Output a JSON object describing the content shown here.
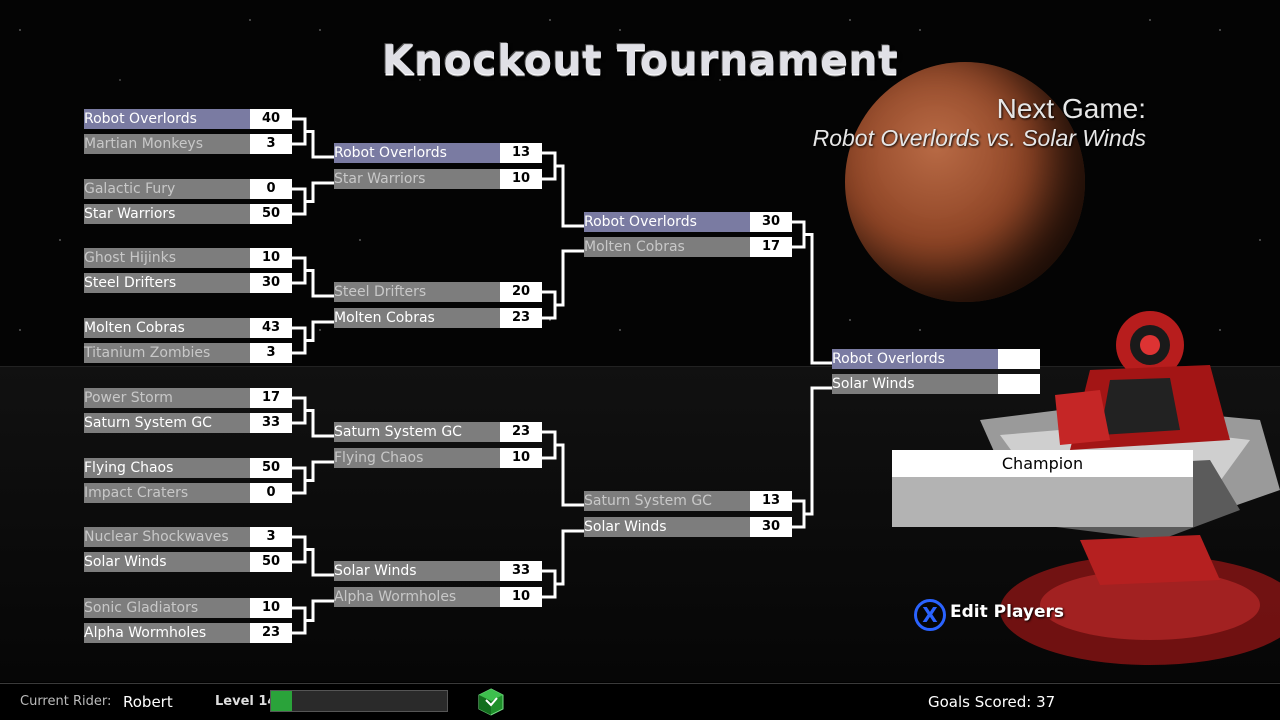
{
  "title": "Knockout Tournament",
  "next_game": {
    "heading": "Next Game:",
    "match": "Robot Overlords vs. Solar Winds"
  },
  "bracket": {
    "round1": [
      {
        "name": "Robot Overlords",
        "score": "40",
        "winner": true,
        "active": true
      },
      {
        "name": "Martian Monkeys",
        "score": "3",
        "winner": false
      },
      {
        "name": "Galactic Fury",
        "score": "0",
        "winner": false
      },
      {
        "name": "Star Warriors",
        "score": "50",
        "winner": true
      },
      {
        "name": "Ghost Hijinks",
        "score": "10",
        "winner": false
      },
      {
        "name": "Steel Drifters",
        "score": "30",
        "winner": true
      },
      {
        "name": "Molten Cobras",
        "score": "43",
        "winner": true
      },
      {
        "name": "Titanium Zombies",
        "score": "3",
        "winner": false
      },
      {
        "name": "Power Storm",
        "score": "17",
        "winner": false
      },
      {
        "name": "Saturn System GC",
        "score": "33",
        "winner": true
      },
      {
        "name": "Flying Chaos",
        "score": "50",
        "winner": true
      },
      {
        "name": "Impact Craters",
        "score": "0",
        "winner": false
      },
      {
        "name": "Nuclear Shockwaves",
        "score": "3",
        "winner": false
      },
      {
        "name": "Solar Winds",
        "score": "50",
        "winner": true
      },
      {
        "name": "Sonic Gladiators",
        "score": "10",
        "winner": false
      },
      {
        "name": "Alpha Wormholes",
        "score": "23",
        "winner": true
      }
    ],
    "round2": [
      {
        "name": "Robot Overlords",
        "score": "13",
        "winner": true,
        "active": true
      },
      {
        "name": "Star Warriors",
        "score": "10",
        "winner": false
      },
      {
        "name": "Steel Drifters",
        "score": "20",
        "winner": false
      },
      {
        "name": "Molten Cobras",
        "score": "23",
        "winner": true
      },
      {
        "name": "Saturn System GC",
        "score": "23",
        "winner": true
      },
      {
        "name": "Flying Chaos",
        "score": "10",
        "winner": false
      },
      {
        "name": "Solar Winds",
        "score": "33",
        "winner": true
      },
      {
        "name": "Alpha Wormholes",
        "score": "10",
        "winner": false
      }
    ],
    "round3": [
      {
        "name": "Robot Overlords",
        "score": "30",
        "winner": true,
        "active": true
      },
      {
        "name": "Molten Cobras",
        "score": "17",
        "winner": false
      },
      {
        "name": "Saturn System GC",
        "score": "13",
        "winner": false
      },
      {
        "name": "Solar Winds",
        "score": "30",
        "winner": true
      }
    ],
    "final": [
      {
        "name": "Robot Overlords",
        "score": "",
        "winner": true,
        "active": true
      },
      {
        "name": "Solar Winds",
        "score": "",
        "winner": true
      }
    ]
  },
  "champion": {
    "label": "Champion",
    "name": ""
  },
  "edit_players": {
    "button_glyph": "X",
    "label": "Edit Players"
  },
  "status_bar": {
    "rider_label": "Current Rider:",
    "rider_name": "Robert",
    "level_label": "Level 14",
    "level_progress": 0.12,
    "goals": "Goals Scored: 37"
  },
  "colors": {
    "cell_bg": "#7d7d7d",
    "active_bg": "#7a7ba2",
    "score_bg": "#ffffff",
    "bracket_lines": "#ffffff",
    "level_fill": "#2aa33a",
    "button_blue": "#2a63ff"
  },
  "icons": {
    "edit_button_icon": "x-button-icon",
    "status_icon": "green-cube-icon"
  }
}
